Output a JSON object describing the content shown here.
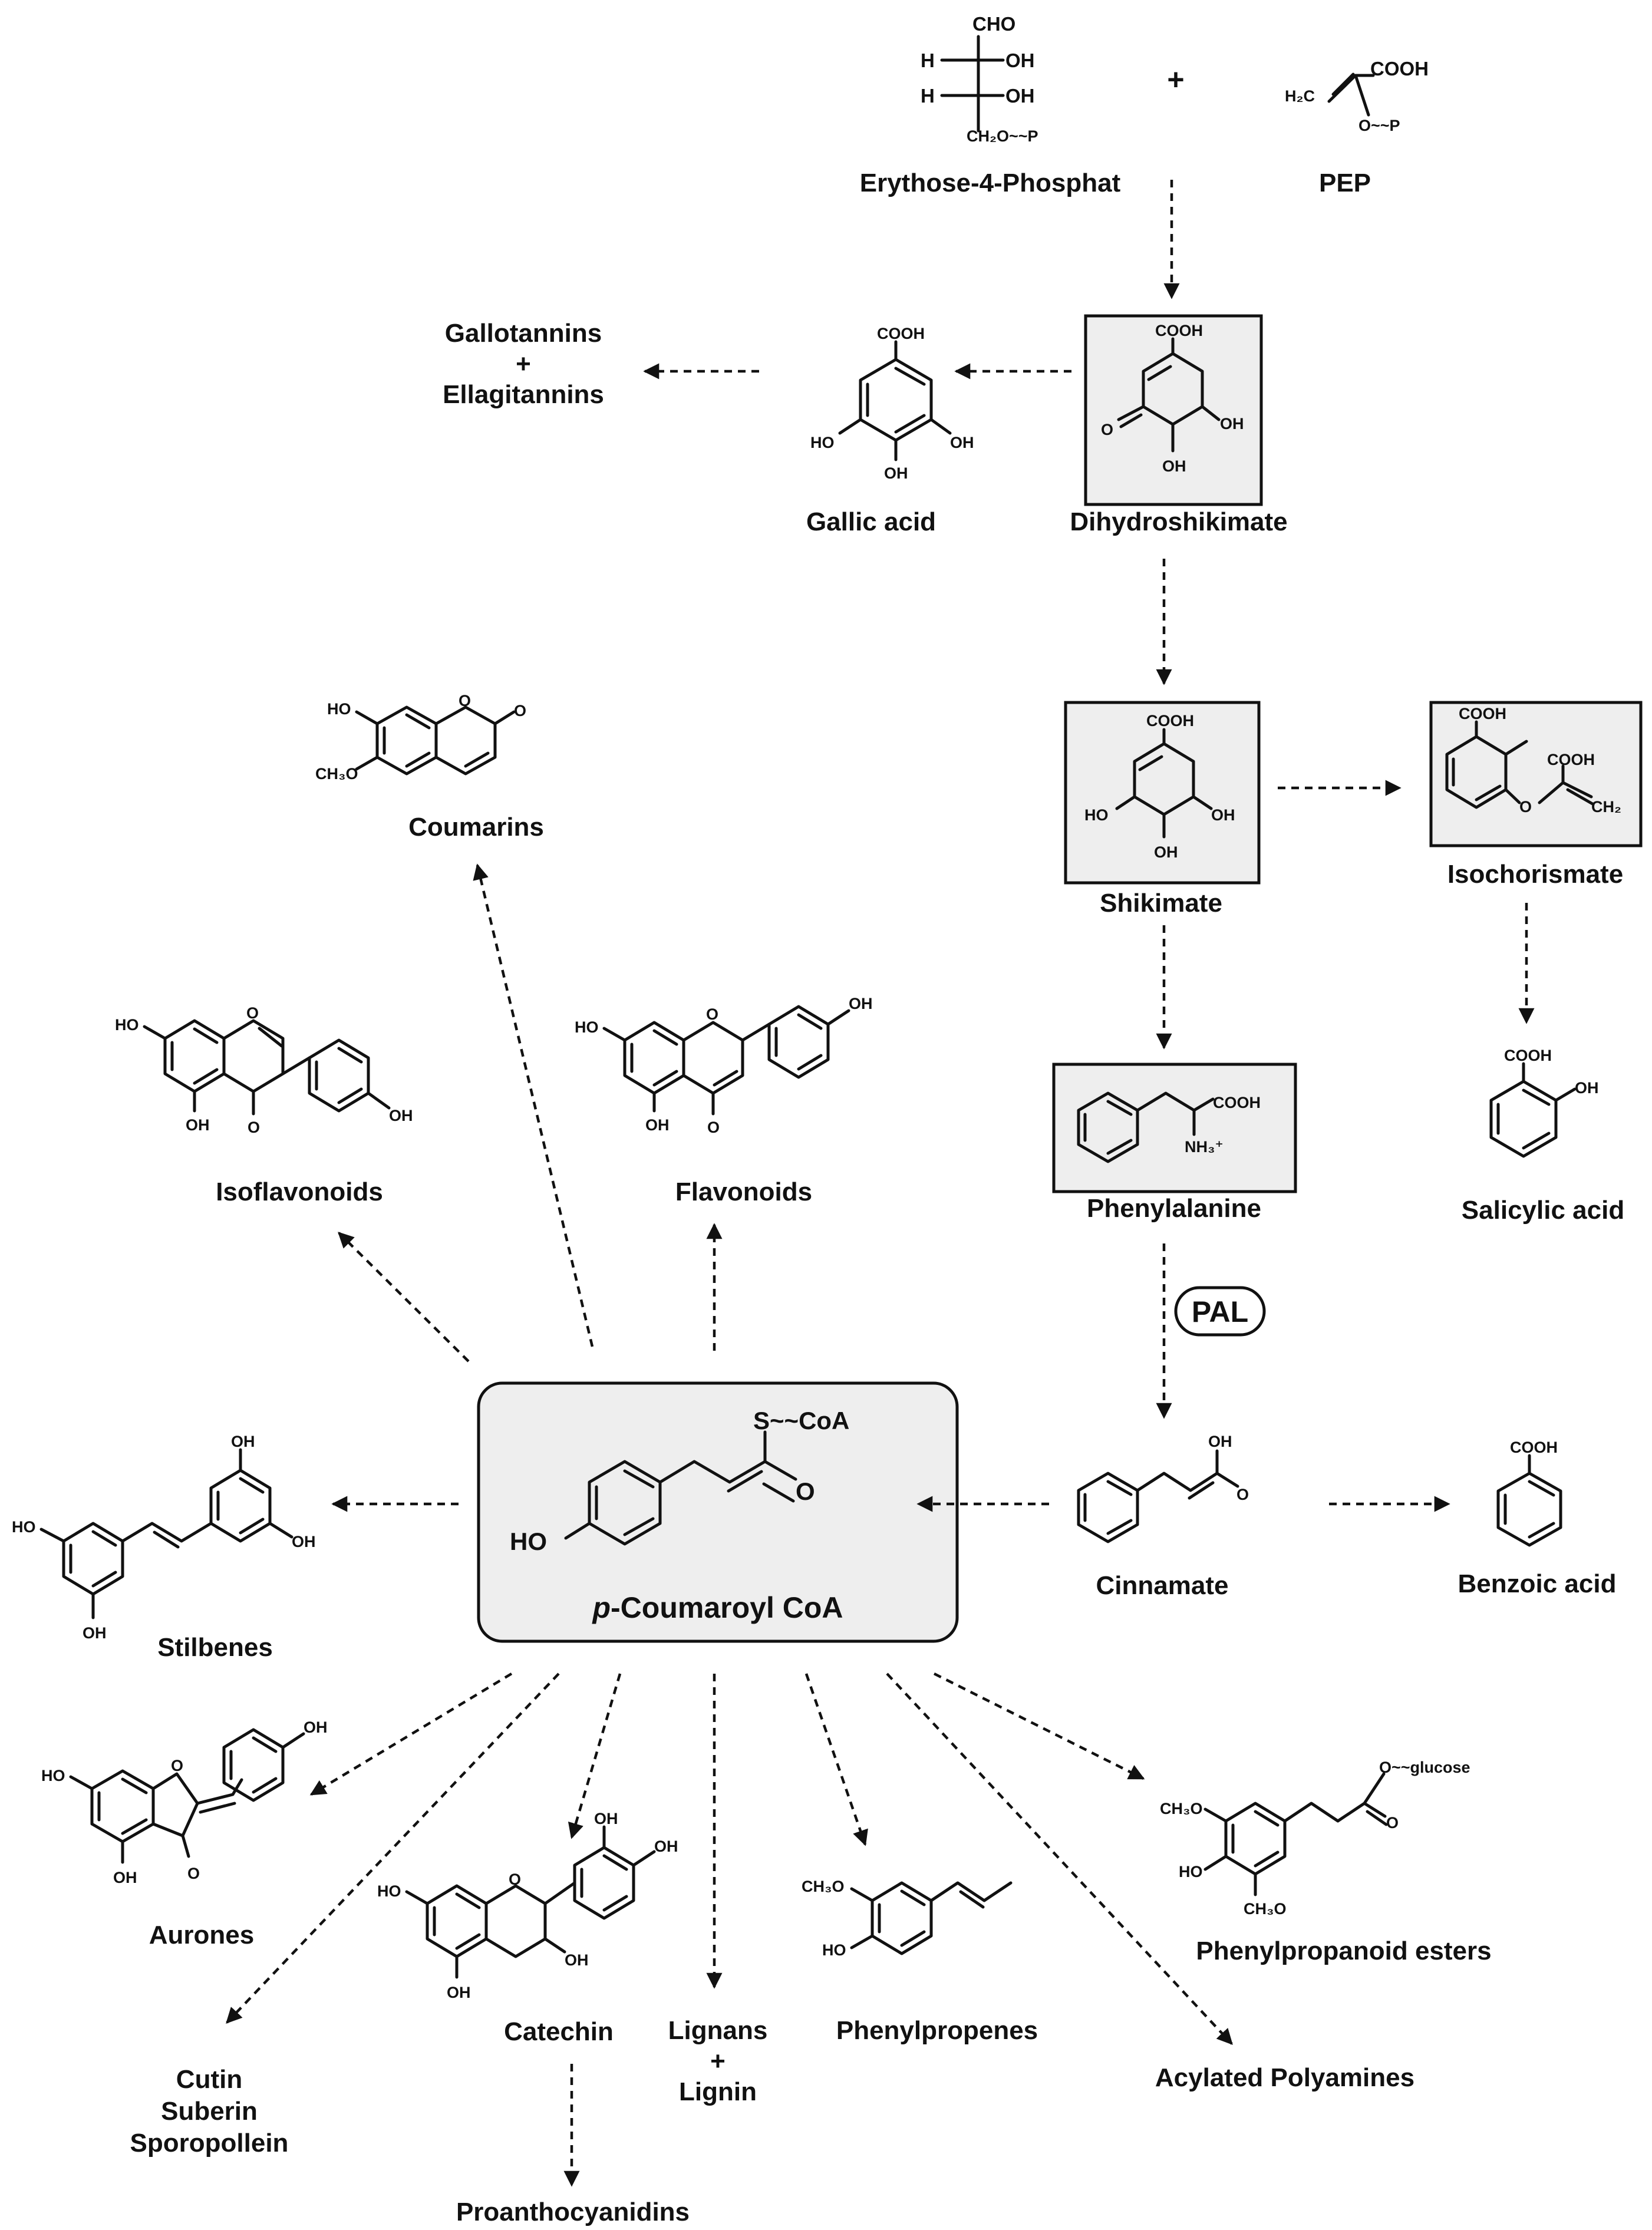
{
  "compounds": {
    "erythrose4p": "Erythose-4-Phosphat",
    "pep": "PEP",
    "dihydroshikimate": "Dihydroshikimate",
    "gallic_acid": "Gallic acid",
    "tannins": [
      "Gallotannins",
      "+",
      "Ellagitannins"
    ],
    "shikimate": "Shikimate",
    "isochorismate": "Isochorismate",
    "salicylic_acid": "Salicylic acid",
    "phenylalanine": "Phenylalanine",
    "pal": "PAL",
    "cinnamate": "Cinnamate",
    "benzoic_acid": "Benzoic acid",
    "coumaroyl_italic": "p",
    "coumaroyl_rest": "-Coumaroyl CoA",
    "coumarins": "Coumarins",
    "isoflavonoids": "Isoflavonoids",
    "flavonoids": "Flavonoids",
    "stilbenes": "Stilbenes",
    "aurones": "Aurones",
    "catechin": "Catechin",
    "proanthocyanidins": "Proanthocyanidins",
    "cutin": [
      "Cutin",
      "Suberin",
      "Sporopollein"
    ],
    "lignans": [
      "Lignans",
      "+",
      "Lignin"
    ],
    "phenylpropenes": "Phenylpropenes",
    "acylated_polyamines": "Acylated Polyamines",
    "phenylpropanoid_esters": "Phenylpropanoid esters",
    "plus": "+"
  },
  "atoms": {
    "cho": "CHO",
    "h": "H",
    "oh": "OH",
    "ho": "HO",
    "ch2op": "CH₂O~~P",
    "cooh": "COOH",
    "h2c": "H₂C",
    "op": "O~~P",
    "o": "O",
    "ch3o": "CH₃O",
    "nh3": "NH₃⁺",
    "ch2": "CH₂",
    "scoa": "S~~CoA",
    "oglucose": "O~~glucose"
  }
}
